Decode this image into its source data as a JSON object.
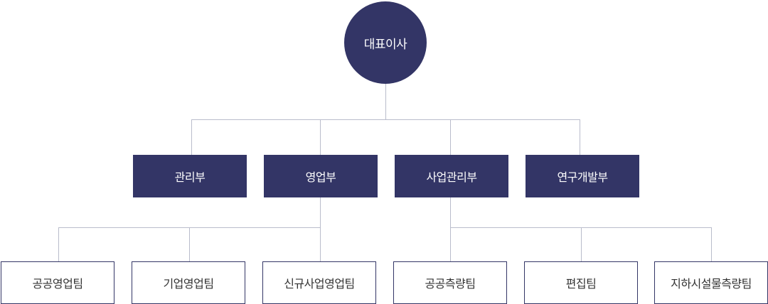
{
  "org": {
    "ceo": "대표이사",
    "departments": [
      "관리부",
      "영업부",
      "사업관리부",
      "연구개발부"
    ],
    "teams": [
      "공공영업팀",
      "기업영업팀",
      "신규사업영업팀",
      "공공측량팀",
      "편집팀",
      "지하시설물측량팀"
    ]
  },
  "colors": {
    "node_fill": "#333566",
    "node_text": "#ffffff",
    "team_border": "#333566",
    "team_text": "#333333",
    "connector": "#b9bccb"
  }
}
